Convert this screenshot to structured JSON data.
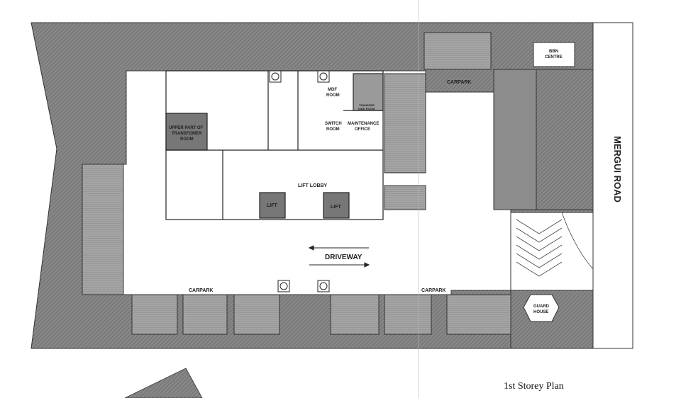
{
  "plan": {
    "caption": "1st Storey Plan",
    "road_label": "MERGUI ROAD",
    "labels": {
      "driveway": "DRIVEWAY",
      "carpark_top": "CARPARK",
      "carpark_bottom_left": "CARPARK",
      "carpark_bottom_right": "CARPARK",
      "lift_lobby": "LIFT LOBBY",
      "lift_left": "LIFT",
      "lift_right": "LIFT",
      "mdf_room_1": "MDF",
      "mdf_room_2": "ROOM",
      "switch_room_1": "SWITCH",
      "switch_room_2": "ROOM",
      "maintenance_1": "MAINTENANCE",
      "maintenance_2": "OFFICE",
      "transformer_1": "UPPER PART OF",
      "transformer_2": "TRANSFOMER",
      "transformer_3": "ROOM",
      "transfer_tank_1": "TRANSFER",
      "transfer_tank_2": "TANK ROOM",
      "bbn_1": "BBN",
      "bbn_2": "CENTRE",
      "guard_1": "GUARD",
      "guard_2": "HOUSE"
    }
  },
  "colors": {
    "hatch": "#7a7a7a",
    "hatch_dark": "#5e5e5e",
    "stall": "#9a9a9a",
    "line": "#222222",
    "paper": "#ffffff"
  }
}
